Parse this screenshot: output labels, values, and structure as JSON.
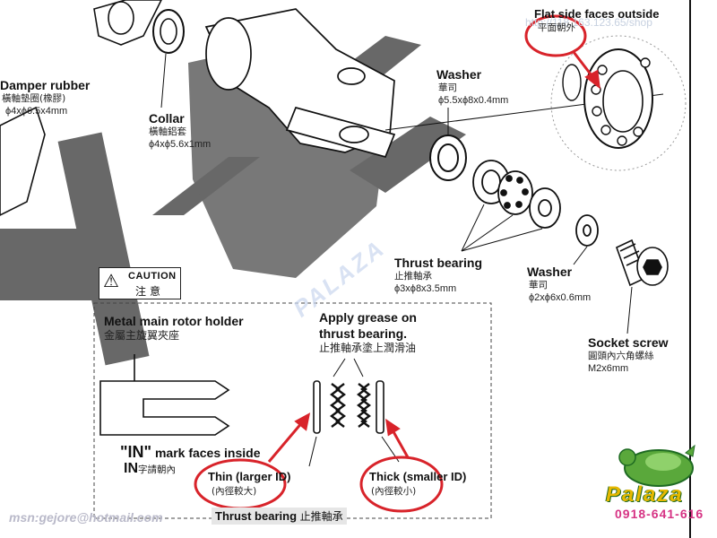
{
  "labels": {
    "damper_rubber": {
      "en": "Damper rubber",
      "zh": "橫軸墊圈(橡膠)",
      "dim": "ϕ4xϕ6.5x4mm"
    },
    "collar": {
      "en": "Collar",
      "zh": "橫軸鋁套",
      "dim": "ϕ4xϕ5.6x1mm"
    },
    "washer_large": {
      "en": "Washer",
      "zh": "華司",
      "dim": "ϕ5.5xϕ8x0.4mm"
    },
    "flat_side": {
      "en": "Flat side faces outside",
      "zh": "平面朝外"
    },
    "thrust_bearing": {
      "en": "Thrust bearing",
      "zh": "止推軸承",
      "dim": "ϕ3xϕ8x3.5mm"
    },
    "washer_small": {
      "en": "Washer",
      "zh": "華司",
      "dim": "ϕ2xϕ6x0.6mm"
    },
    "socket_screw": {
      "en": "Socket screw",
      "zh": "圓頭內六角螺絲",
      "dim": "M2x6mm"
    }
  },
  "caution": {
    "icon": "warning-triangle-icon",
    "en": "CAUTION",
    "zh": "注意"
  },
  "inset": {
    "holder": {
      "en": "Metal main rotor holder",
      "zh": "金屬主旋翼夾座"
    },
    "grease": {
      "en_line1": "Apply grease on",
      "en_line2": "thrust bearing.",
      "zh": "止推軸承塗上潤滑油"
    },
    "in_mark": {
      "en_big": "\"IN\"",
      "en": " mark faces inside",
      "zh_big": "IN",
      "zh": "字請朝內"
    },
    "thin": {
      "en": "Thin (larger ID)",
      "zh": "(內徑較大)"
    },
    "thick": {
      "en": "Thick (smaller ID)",
      "zh": "(內徑較小)"
    },
    "footer": {
      "en": "Thrust bearing",
      "zh": "止推軸承"
    }
  },
  "watermarks": {
    "msn": "msn:gejore@hotmail.com",
    "url": "http://118.163.123.65/shop",
    "diagonal": "PALAZA",
    "logo_name": "Palaza",
    "logo_phone": "0918-641-616"
  },
  "colors": {
    "highlight_red": "#d8232a",
    "watermark_gray": "#c4c4c4",
    "logo_yellow": "#e6b800",
    "logo_green": "#2e8b2e",
    "phone_pink": "#d63384"
  }
}
